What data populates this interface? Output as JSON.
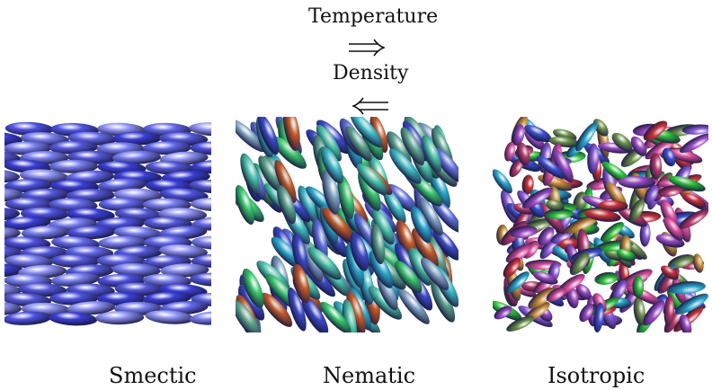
{
  "process": {
    "top_label": "Temperature",
    "bottom_label": "Density"
  },
  "phases": [
    {
      "key": "smectic",
      "label": "Smectic",
      "palette": [
        "#3b3fd6",
        "#4e52e0",
        "#6468ea",
        "#7a7ff0",
        "#8f93f4",
        "#5558d8"
      ]
    },
    {
      "key": "nematic",
      "label": "Nematic",
      "palette": [
        "#2aa6c9",
        "#3fb8c4",
        "#4bc3a8",
        "#38c26b",
        "#5f6fd8",
        "#3b47c2",
        "#7d9fc0",
        "#5a9f8a",
        "#c05a2a"
      ]
    },
    {
      "key": "isotropic",
      "label": "Isotropic",
      "palette": [
        "#c9323a",
        "#2fbf3a",
        "#3d4fd0",
        "#9b4bc4",
        "#c98e3a",
        "#2aa6c9",
        "#d94f9c",
        "#6b8f4a",
        "#8a5bd8",
        "#b33a6a"
      ]
    }
  ]
}
